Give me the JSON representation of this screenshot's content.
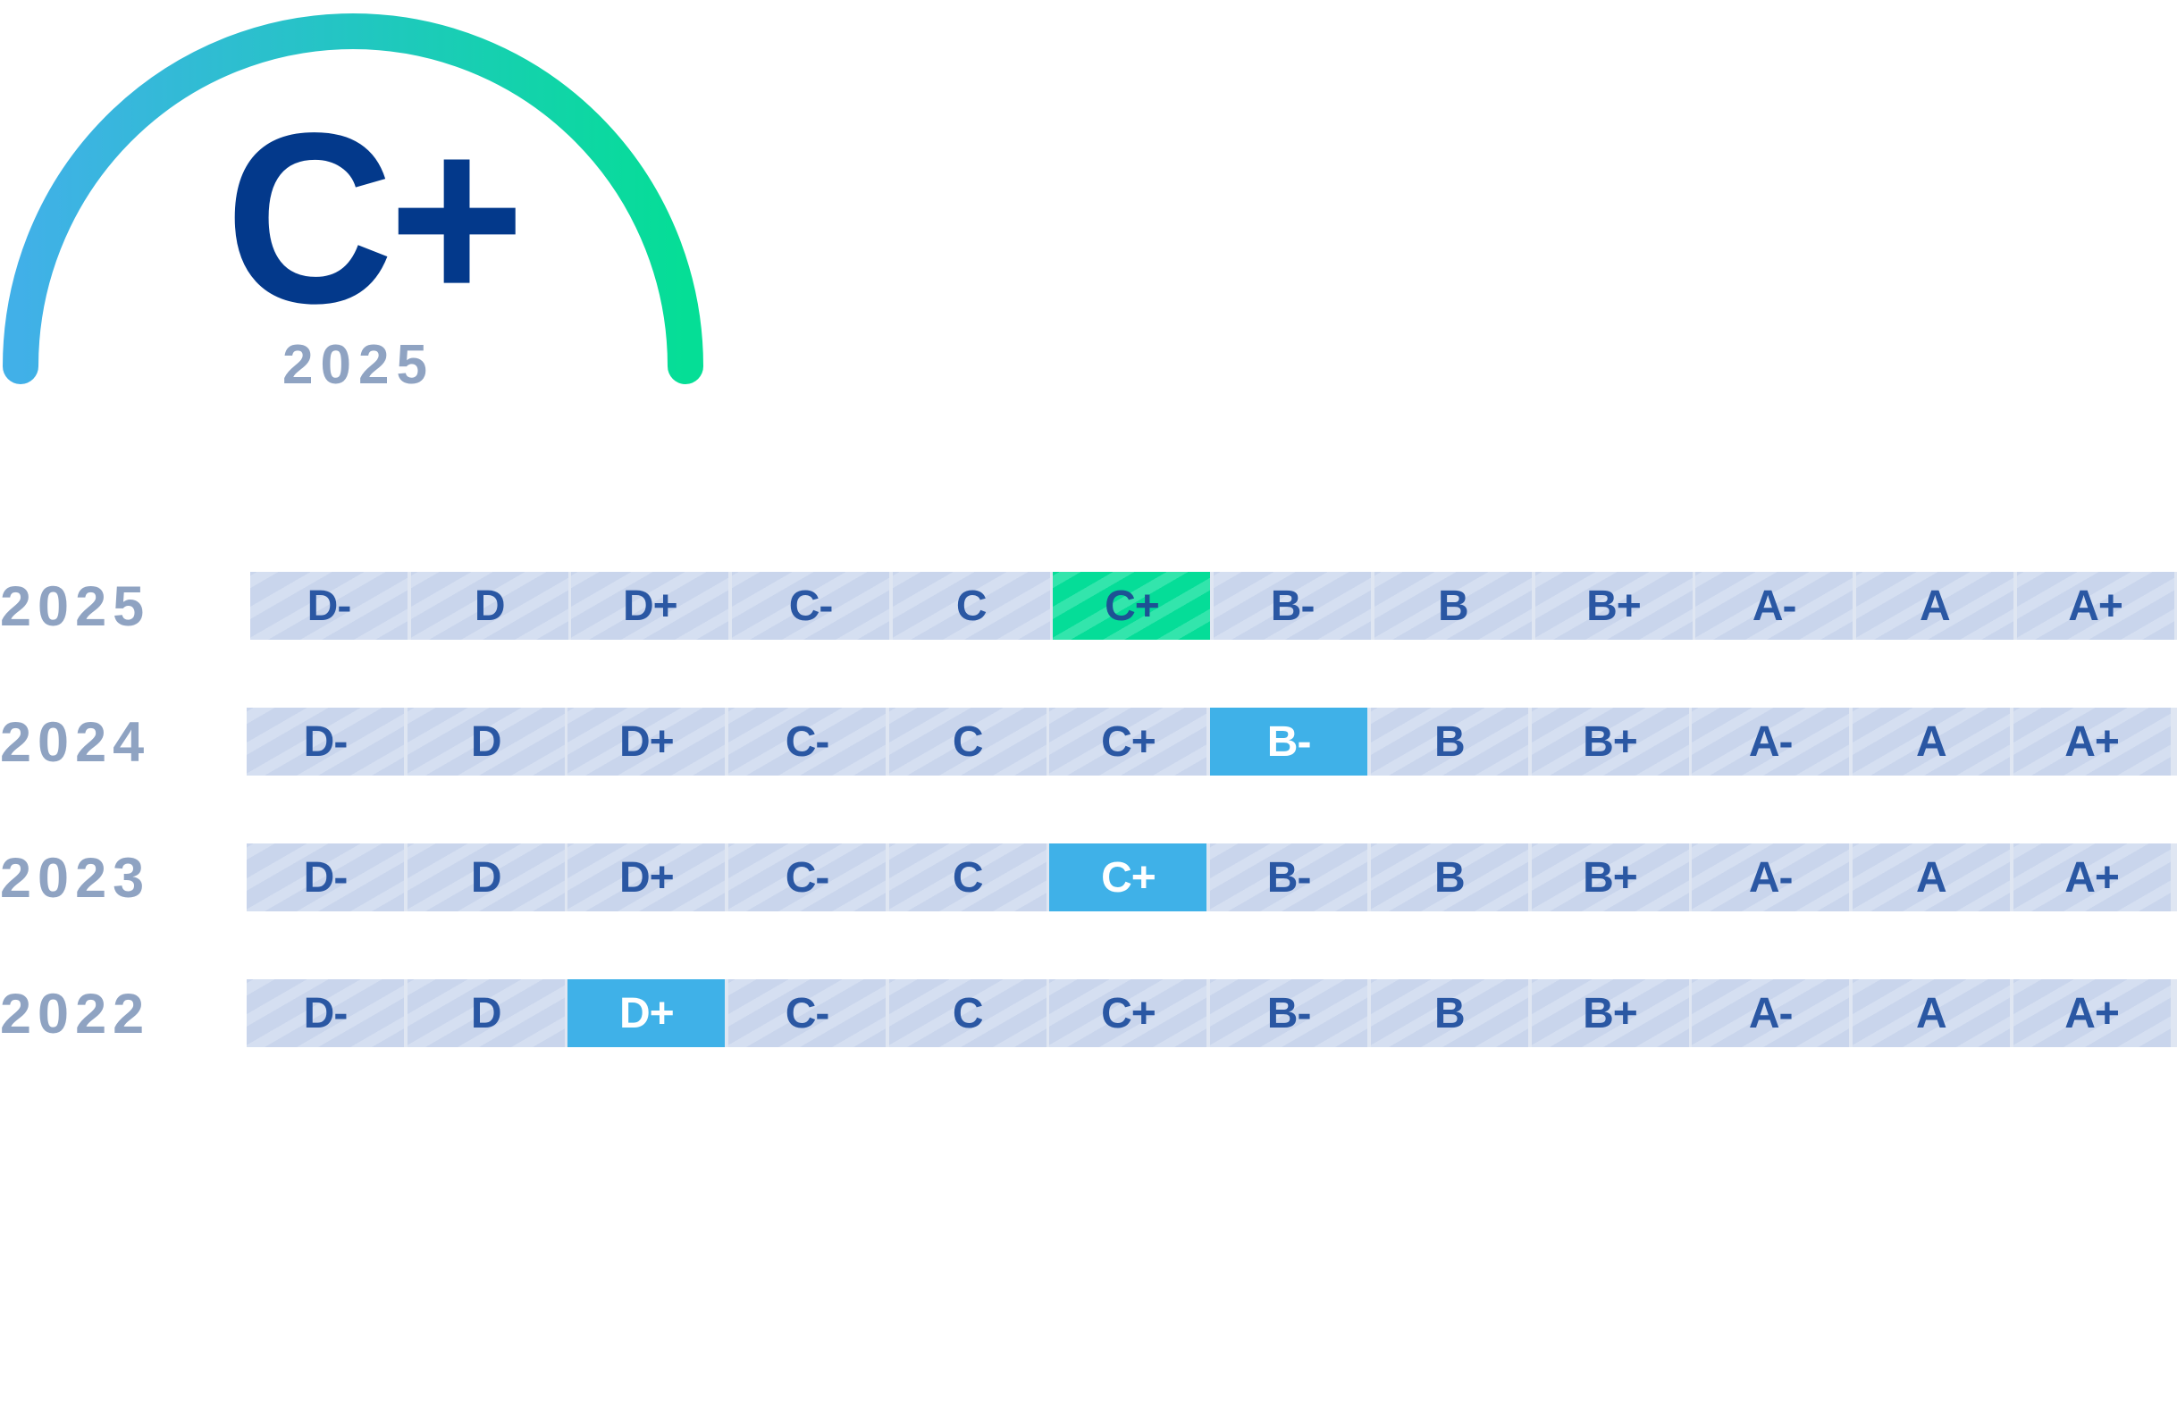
{
  "gauge": {
    "grade": "C+",
    "year": "2025",
    "gradient_colors": [
      "#41b0e8",
      "#22c6c2",
      "#05de96"
    ]
  },
  "colors": {
    "cell_bg": "#c9d5ec",
    "cell_stripe": "#d5dff1",
    "cell_text": "#2a57a3",
    "current_highlight": "#05dd98",
    "past_highlight": "#3fb1e8",
    "year_label": "#8fa3c2",
    "grade_text": "#03398b"
  },
  "chart_data": {
    "type": "table",
    "title": "",
    "scale": [
      "D-",
      "D",
      "D+",
      "C-",
      "C",
      "C+",
      "B-",
      "B",
      "B+",
      "A-",
      "A",
      "A+"
    ],
    "series": [
      {
        "name": "2025",
        "value": "C+",
        "highlight": "current"
      },
      {
        "name": "2024",
        "value": "B-",
        "highlight": "past"
      },
      {
        "name": "2023",
        "value": "C+",
        "highlight": "past"
      },
      {
        "name": "2022",
        "value": "D+",
        "highlight": "past"
      }
    ]
  }
}
